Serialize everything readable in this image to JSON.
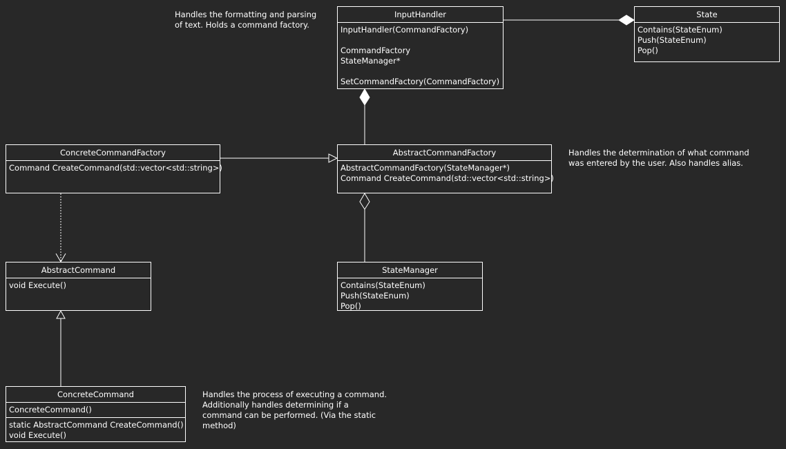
{
  "classes": {
    "input_handler": {
      "name": "InputHandler",
      "sections": [
        [
          "InputHandler(CommandFactory)",
          "",
          "CommandFactory",
          "StateManager*",
          "",
          "SetCommandFactory(CommandFactory)"
        ]
      ]
    },
    "state": {
      "name": "State",
      "sections": [
        [
          "Contains(StateEnum)",
          "Push(StateEnum)",
          "Pop()"
        ]
      ]
    },
    "concrete_command_factory": {
      "name": "ConcreteCommandFactory",
      "sections": [
        [
          "Command CreateCommand(std::vector<std::string>)"
        ]
      ]
    },
    "abstract_command_factory": {
      "name": "AbstractCommandFactory",
      "sections": [
        [
          "AbstractCommandFactory(StateManager*)",
          "Command CreateCommand(std::vector<std::string>)"
        ]
      ]
    },
    "abstract_command": {
      "name": "AbstractCommand",
      "sections": [
        [
          "void Execute()"
        ]
      ]
    },
    "state_manager": {
      "name": "StateManager",
      "sections": [
        [
          "Contains(StateEnum)",
          "Push(StateEnum)",
          "Pop()"
        ]
      ]
    },
    "concrete_command": {
      "name": "ConcreteCommand",
      "sections": [
        [
          "ConcreteCommand()"
        ],
        [
          "static AbstractCommand CreateCommand()",
          "void Execute()"
        ]
      ]
    }
  },
  "notes": {
    "input_handler": [
      "Handles the formatting and parsing",
      "of text. Holds a command factory."
    ],
    "abstract_command_factory": [
      "Handles the determination of what command",
      "was entered by the user. Also handles alias."
    ],
    "concrete_command": [
      "Handles the process of executing a command.",
      "Additionally handles determining if a",
      "command can be performed. (Via the static",
      "method)"
    ]
  }
}
